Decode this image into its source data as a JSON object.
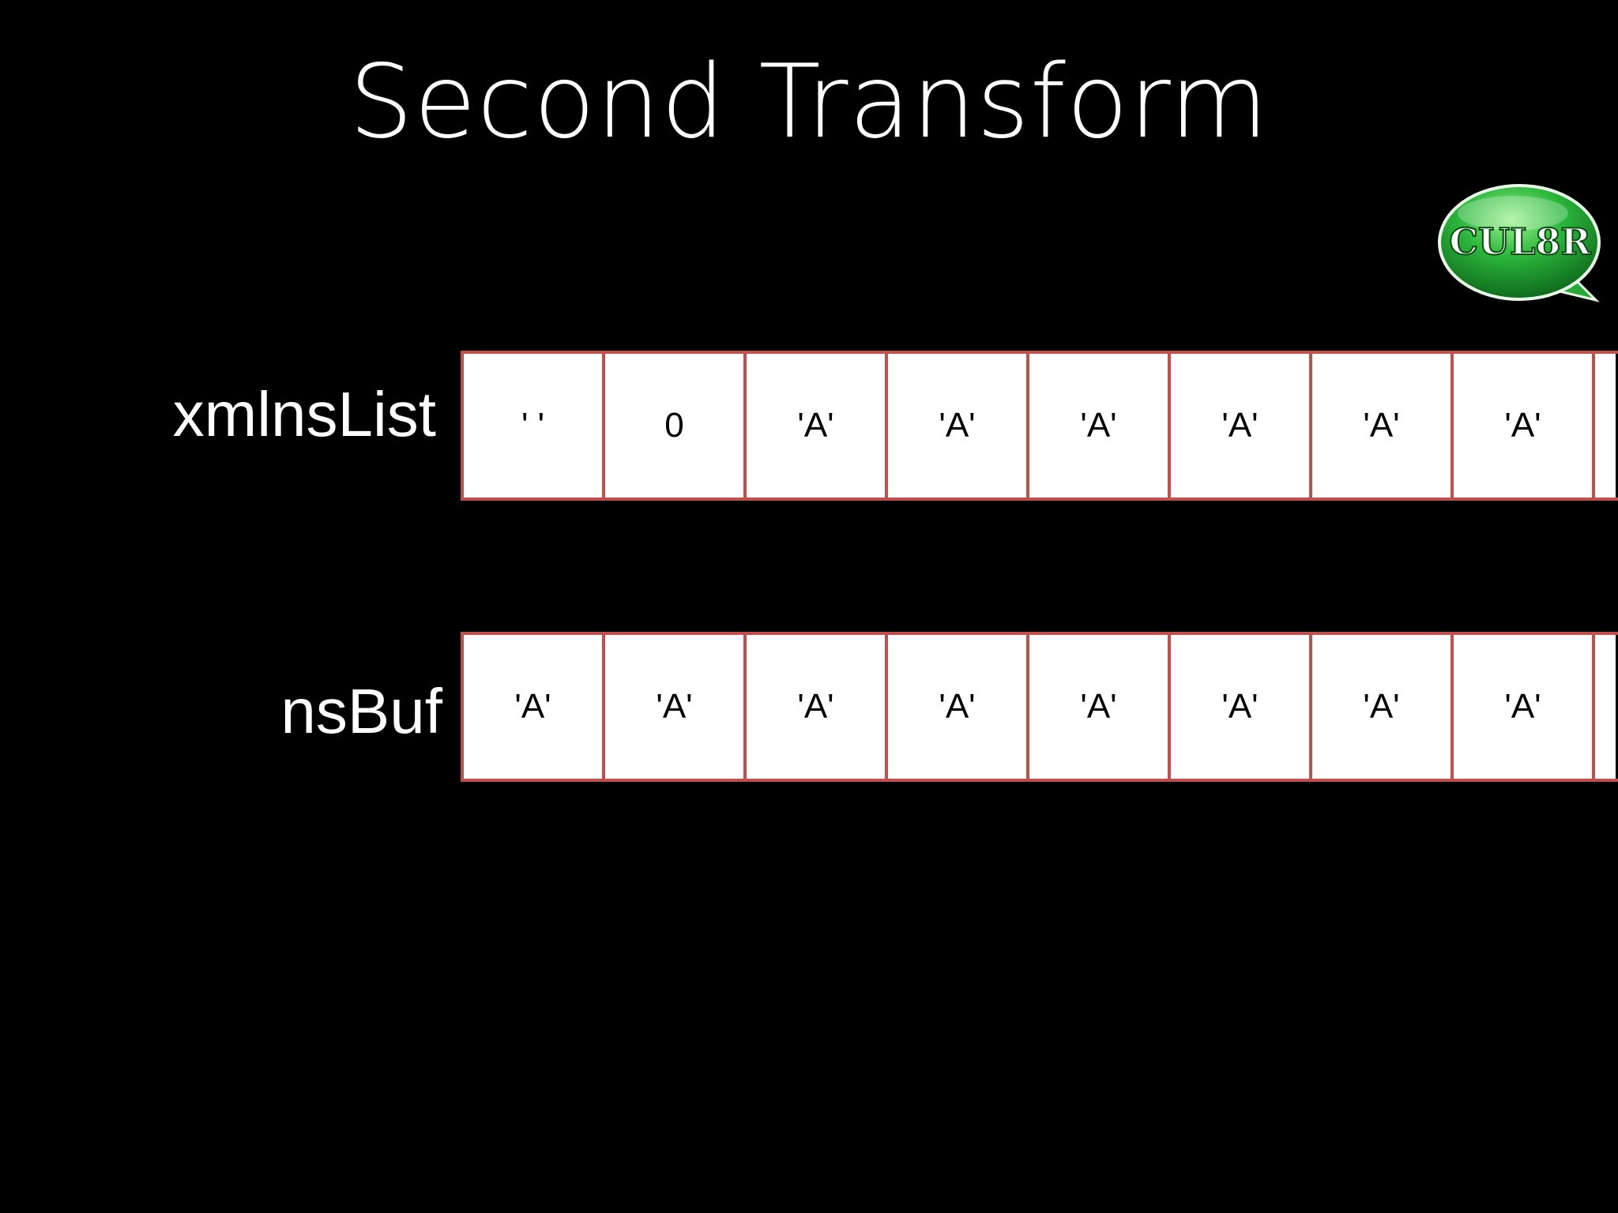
{
  "slide": {
    "title": "Second Transform",
    "logo": {
      "text": "CUL8R",
      "icon": "speech-bubble-logo",
      "color": "#2db83d"
    },
    "background_color": "#000000",
    "accent_color": "#c0504d"
  },
  "arrays": [
    {
      "label": "xmlnsList",
      "cells": [
        "' '",
        "0",
        "'A'",
        "'A'",
        "'A'",
        "'A'",
        "'A'",
        "'A'",
        ""
      ]
    },
    {
      "label": "nsBuf",
      "cells": [
        "'A'",
        "'A'",
        "'A'",
        "'A'",
        "'A'",
        "'A'",
        "'A'",
        "'A'",
        ""
      ]
    }
  ]
}
